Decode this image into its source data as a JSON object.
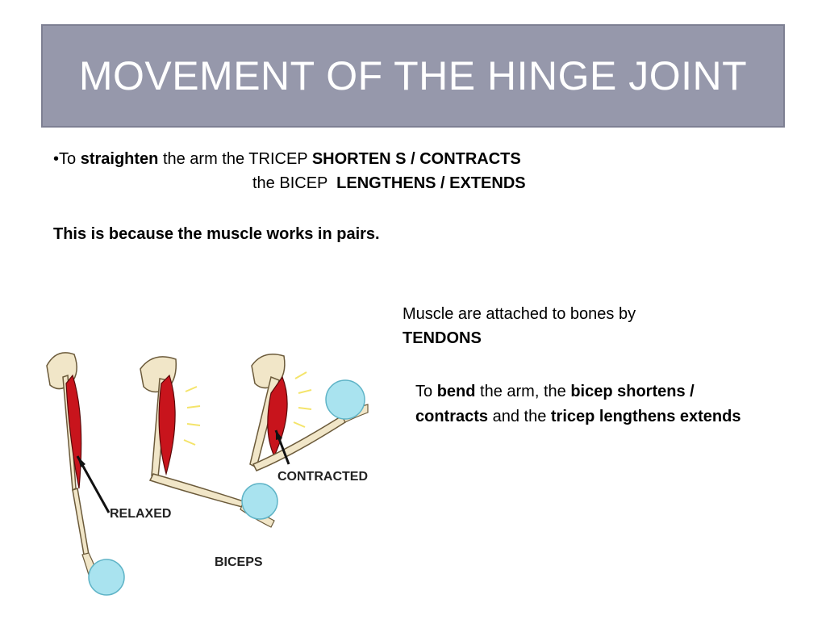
{
  "slide": {
    "title": "MOVEMENT OF THE HINGE JOINT",
    "colors": {
      "title_bg": "#9698ab",
      "title_text": "#ffffff",
      "muscle": "#c8141c",
      "bone": "#f1e6c8",
      "ball": "#a9e3ef"
    },
    "bullet": "•",
    "straighten": {
      "to": "To ",
      "verb": "straighten",
      "mid": " the arm the TRICEP ",
      "tricep_action": "SHORTEN S / CONTRACTS",
      "bicep_prefix": "the BICEP  ",
      "bicep_action": "LENGTHENS / EXTENDS"
    },
    "pairs": "This is because the muscle works in pairs.",
    "tendons": {
      "line": "Muscle are attached to bones by",
      "word": "TENDONS"
    },
    "bend": {
      "to": "To ",
      "verb": "bend",
      "mid": " the arm, the ",
      "bicep": "bicep shortens / contracts",
      "and": " and the ",
      "tricep": "tricep lengthens extends"
    },
    "illustration": {
      "labels": {
        "relaxed": "RELAXED",
        "contracted": "CONTRACTED",
        "biceps": "BICEPS"
      }
    }
  }
}
